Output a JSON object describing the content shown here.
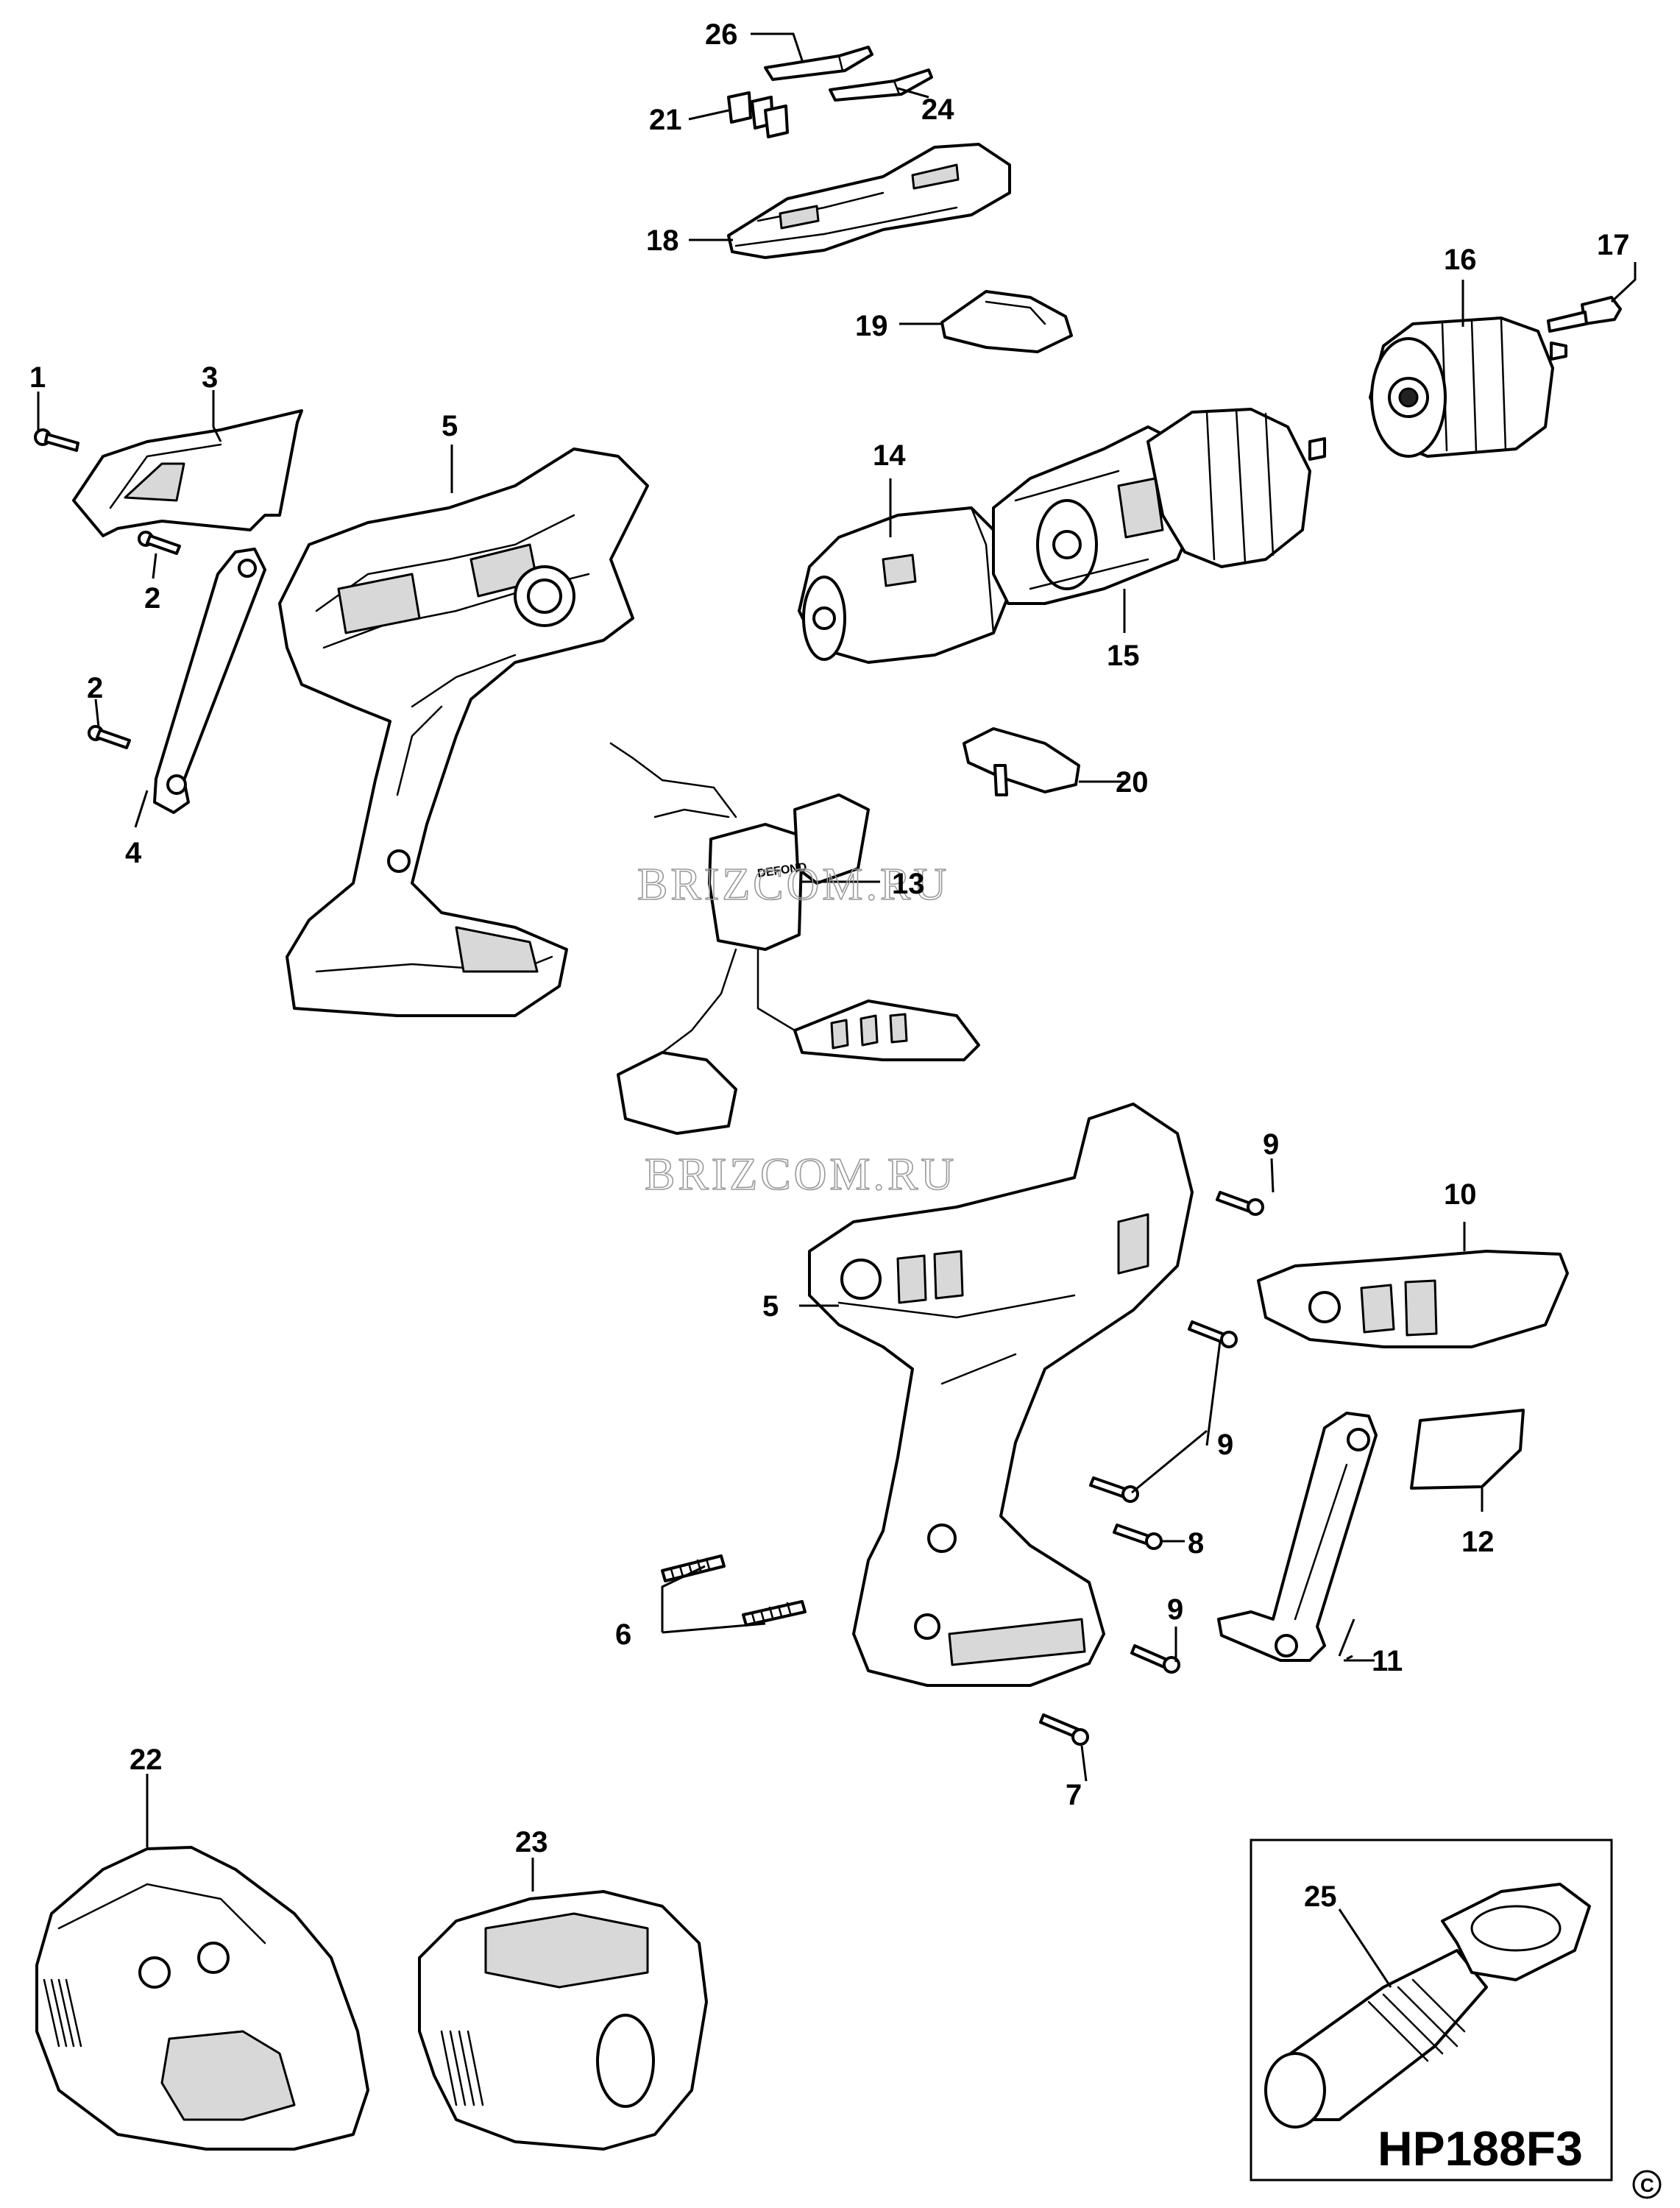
{
  "diagram": {
    "model": "HP188F3",
    "copyright_symbol": "©",
    "watermark": "BRIZCOM.RU",
    "labels": {
      "p1": "1",
      "p2a": "2",
      "p2b": "2",
      "p3": "3",
      "p4": "4",
      "p5a": "5",
      "p5b": "5",
      "p6": "6",
      "p7": "7",
      "p8": "8",
      "p9a": "9",
      "p9b": "9",
      "p9c": "9",
      "p10": "10",
      "p11": "11",
      "p12": "12",
      "p13": "13",
      "p14": "14",
      "p15": "15",
      "p16": "16",
      "p17": "17",
      "p18": "18",
      "p19": "19",
      "p20": "20",
      "p21": "21",
      "p22": "22",
      "p23": "23",
      "p24": "24",
      "p25": "25",
      "p26": "26"
    },
    "switch_marking": "DEFOND"
  }
}
